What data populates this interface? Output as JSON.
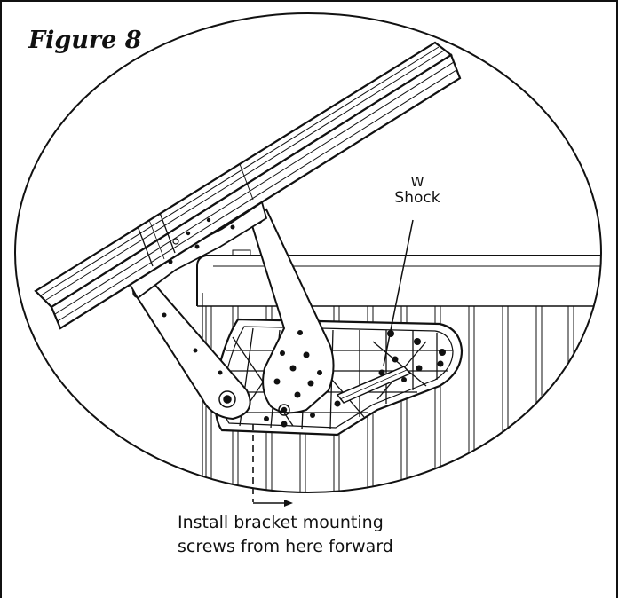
{
  "figure_label": "Figure 8",
  "callout": {
    "line1": "W",
    "line2": "Shock"
  },
  "caption": {
    "line1": "Install bracket mounting",
    "line2": "screws from here forward"
  }
}
